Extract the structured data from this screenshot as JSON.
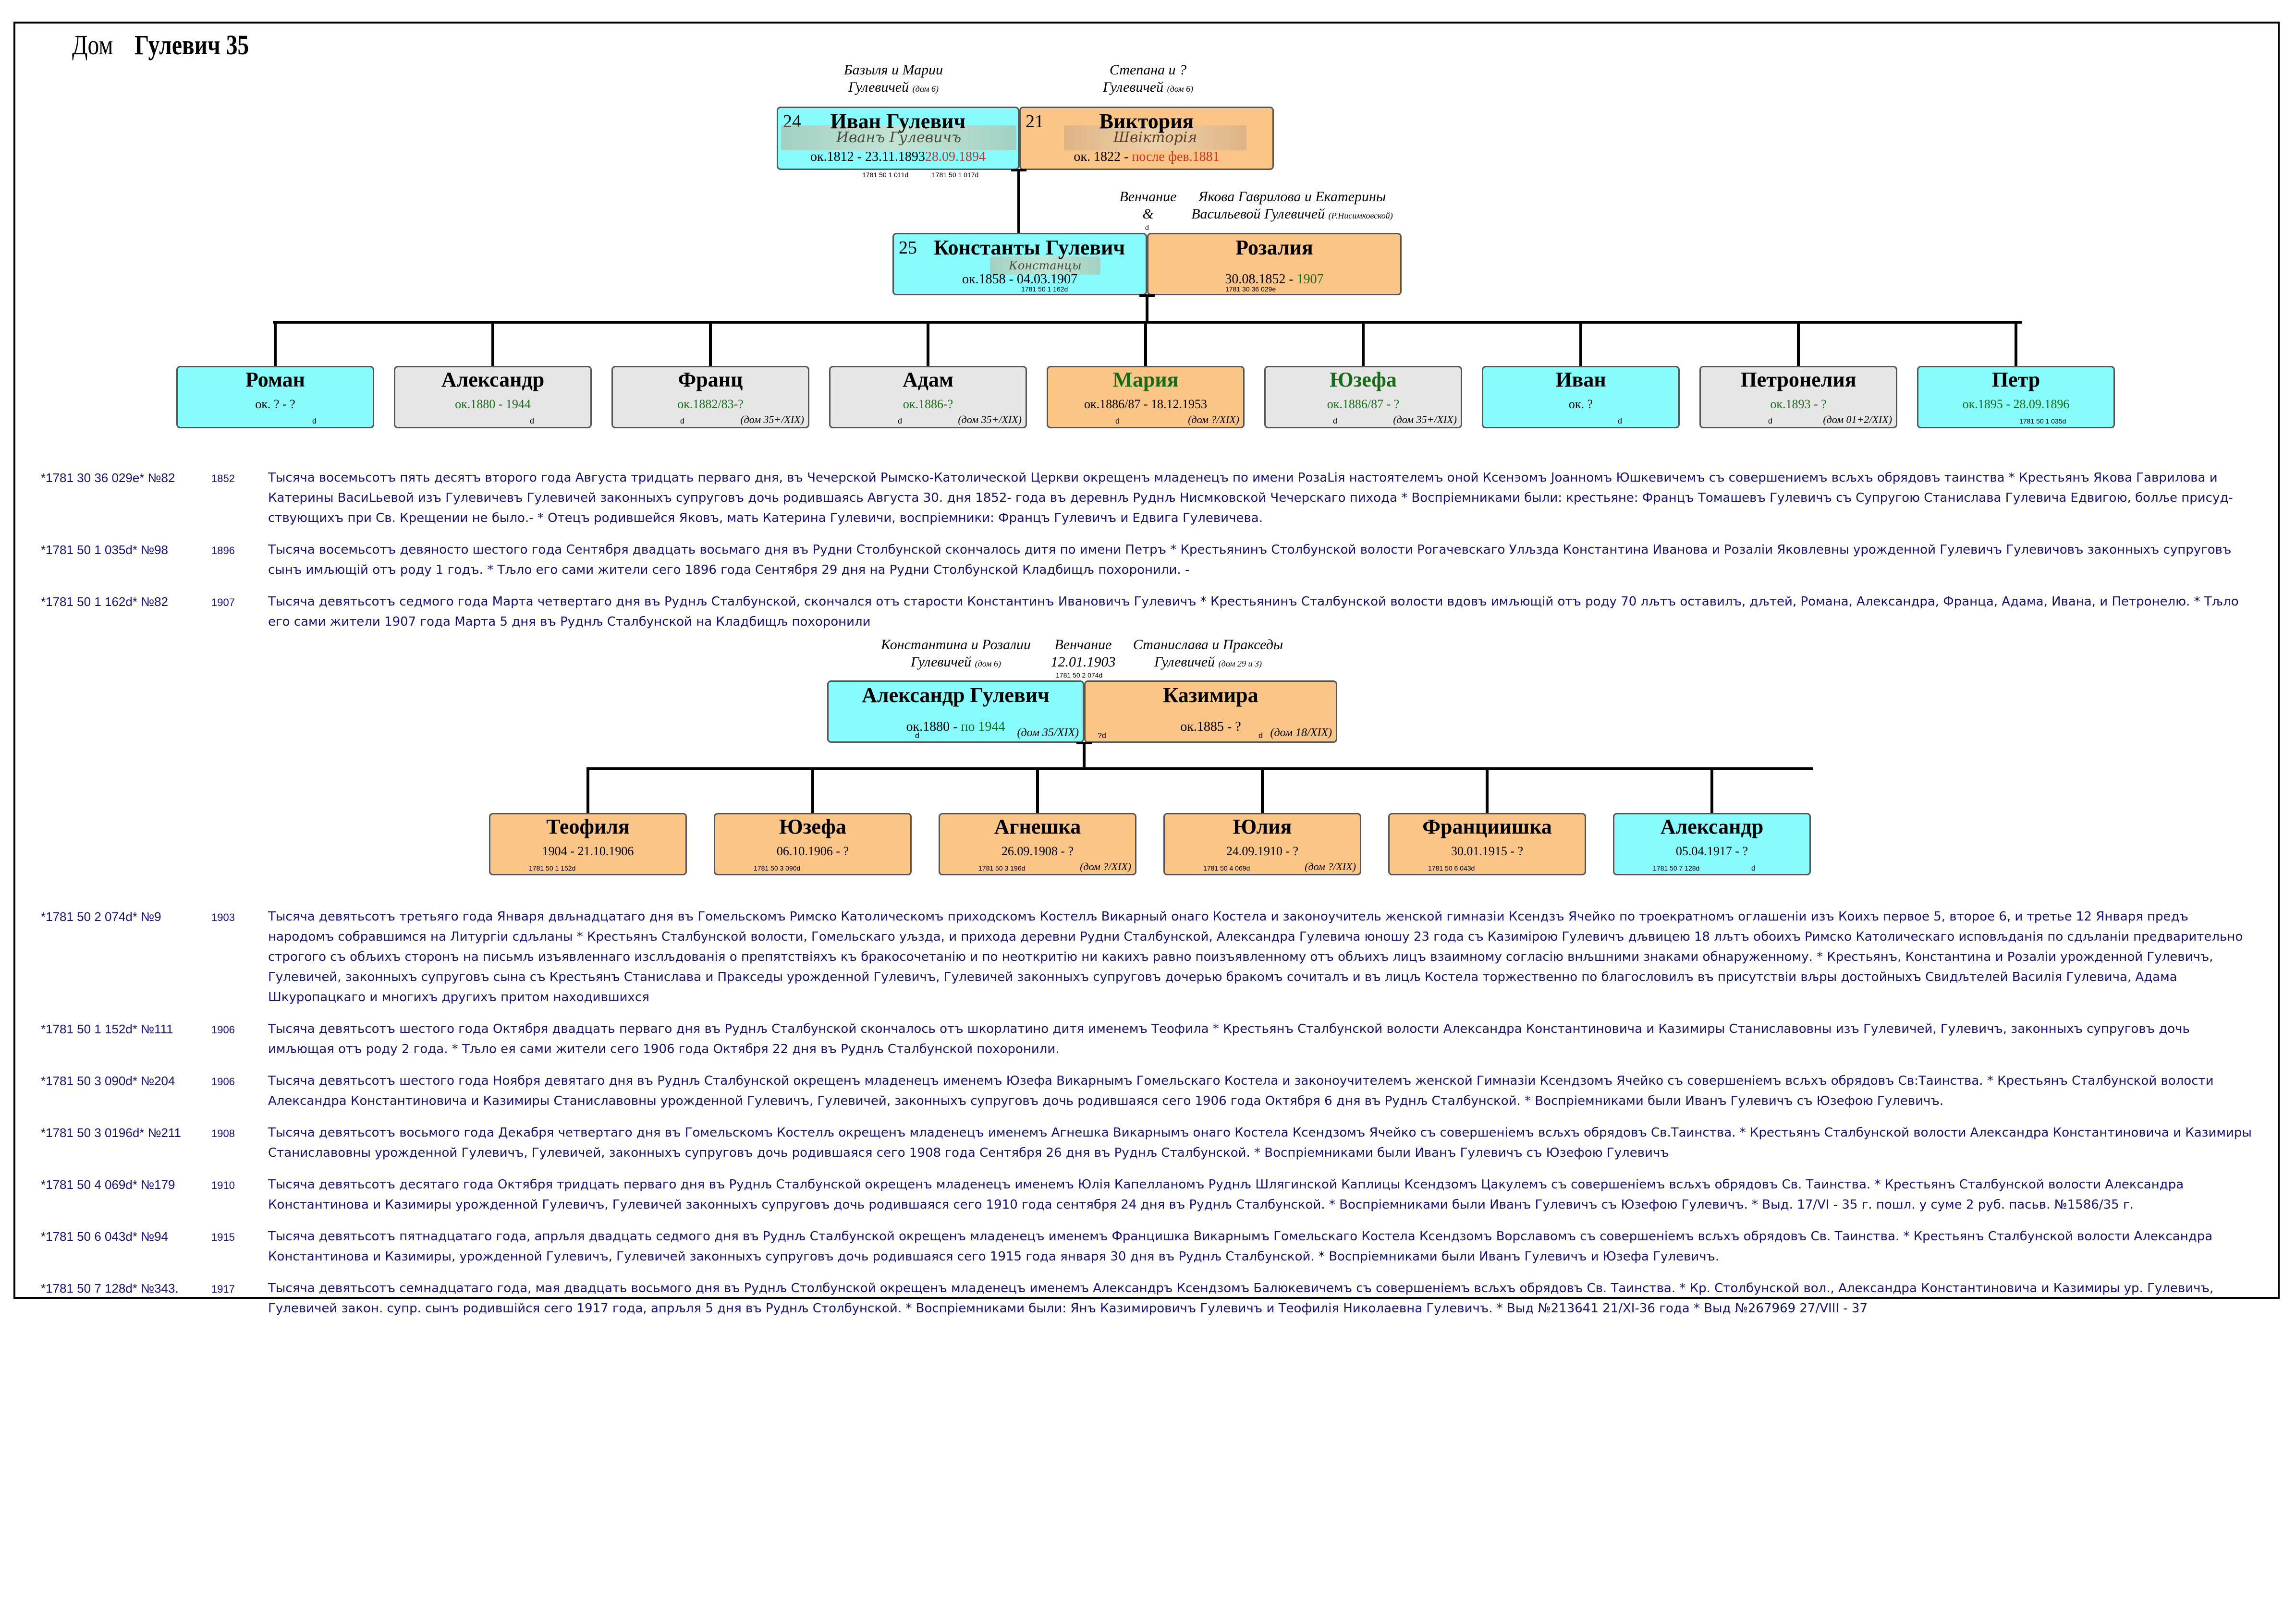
{
  "title": {
    "label": "Дом",
    "family": "Гулевич 35"
  },
  "colors": {
    "male": "#88fcfc",
    "female": "#fbc588",
    "unknown": "#e6e6e6"
  },
  "gen1": {
    "ivan": {
      "num": "24",
      "name": "Иван Гулевич",
      "dates": "ок.1812 - 23.11.1893",
      "dates_extra": "28.09.1894",
      "signature": "Иванъ Гулевичъ",
      "ref1": "1781 50 1 011d",
      "ref2": "1781 50 1 017d",
      "parents_l1": "Базыля и Марии",
      "parents_l2": "Гулевичей",
      "parents_house": "(дом 6)"
    },
    "viktoria": {
      "num": "21",
      "name": "Виктория",
      "dates": "ок. 1822 - ",
      "dates_extra": "после фев.1881",
      "signature": "Швікторія",
      "parents_l1": "Степана и ?",
      "parents_l2": "Гулевичей",
      "parents_house": "(дом 6)"
    }
  },
  "gen2": {
    "konstanty": {
      "num": "25",
      "name": "Константы Гулевич",
      "dates": "ок.1858 - 04.03.1907",
      "signature": "Констанцы",
      "ref": "1781 50 1 162d"
    },
    "rozalia": {
      "name": "Розалия",
      "dates": "30.08.1852 - ",
      "dates_extra": "1907",
      "ref": "1781 30 36 029e",
      "parents_l1": "Якова Гаврилова и Екатерины",
      "parents_l2": "Васильевой Гулевичей",
      "parents_house": "(Р.Нисимковской)"
    },
    "wedding_label": "Венчание",
    "wedding_amp": "&amp;",
    "wedding_d": "d"
  },
  "children1": [
    {
      "name": "Роман",
      "dates": "ок. ? - ?",
      "mark": "d",
      "house": "",
      "ref": ""
    },
    {
      "name": "Александр",
      "dates": "ок.1880 - 1944",
      "mark": "d",
      "house": "",
      "ref": ""
    },
    {
      "name": "Франц",
      "dates": "ок.1882/83-?",
      "mark": "d",
      "house": "(дом 35+/XIX)",
      "ref": ""
    },
    {
      "name": "Адам",
      "dates": "ок.1886-?",
      "mark": "d",
      "house": "(дом 35+/XIX)",
      "ref": ""
    },
    {
      "name": "Мария",
      "dates": "ок.1886/87 - 18.12.1953",
      "mark": "d",
      "house": "(дом ?/XIX)",
      "ref": ""
    },
    {
      "name": "Юзефа",
      "dates": "ок.1886/87 - ?",
      "mark": "d",
      "house": "(дом 35+/XIX)",
      "ref": ""
    },
    {
      "name": "Иван",
      "dates": "ок. ?",
      "mark": "d",
      "house": "",
      "ref": ""
    },
    {
      "name": "Петронелия",
      "dates": "ок.1893 - ?",
      "mark": "d",
      "house": "(дом 01+2/XIX)",
      "ref": ""
    },
    {
      "name": "Петр",
      "dates": "ок.1895 - 28.09.1896",
      "mark": "",
      "house": "",
      "ref": "1781 50 1 035d"
    }
  ],
  "records1": [
    {
      "id": "*1781 30 36 029e* №82",
      "year": "1852",
      "text": "Тысяча восемьсотъ пять десятъ второго года Августа тридцать перваго дня, въ Чечерской Рымско-Католической Церкви окрещенъ младенецъ по имени РозаLія настоятелемъ оной Ксенэомъ Jоанномъ Юшкевичемъ съ совершениемъ всљхъ обрядовъ таинства * Крестьянъ Якова Гаврилова и Катерины ВасиLьевой изъ Гулевичевъ Гулевичей законныхъ супруговъ дочь родившаясь Августа 30. дня 1852- года въ деревнљ Руднљ Нисмковской Чечерскаго пихода * Воспріемниками были: крестьяне: Францъ Томашевъ Гулевичъ съ Супругою Станислава Гулевича Едвигою, болље присуд-ствующихъ при Св. Крещении не было.- * Отецъ родившейся Яковъ, мать Катерина Гулевичи, воспріемники: Францъ Гулевичъ и Едвига Гулевичева."
    },
    {
      "id": "*1781 50 1 035d* №98",
      "year": "1896",
      "text": "Тысяча восемьсотъ девяносто шестого года Сентября двадцать восьмаго дня въ Рудни Столбунской скончалось дитя по имени Петръ * Крестьянинъ Столбунской волости Рогачевскаго Улљзда Константина Иванова и Розаліи Яковлевны урожденной Гулевичъ Гулевичовъ законныхъ супруговъ сынъ имљющій отъ роду 1 годъ. * Тљло его сами жители сего 1896 года Сентября 29 дня на Рудни Столбунской Кладбищљ похоронили. -"
    },
    {
      "id": "*1781 50 1 162d* №82",
      "year": "1907",
      "text": "Тысяча девятьсотъ седмого года Марта четвертаго дня въ Руднљ Сталбунской, скончался отъ старости Константинъ Ивановичъ Гулевичъ * Крестьянинъ Сталбунской волости вдовъ имљющій отъ роду 70 лљтъ оставилъ, дљтей, Романа, Александра, Франца, Адама, Ивана, и Петронелю. * Тљло его сами жители 1907 года Марта 5 дня въ Руднљ Сталбунской на Кладбищљ похоронили"
    }
  ],
  "gen3": {
    "aleksandr": {
      "name": "Александр Гулевич",
      "dates": "ок.1880 - ",
      "dates_extra": "по 1944",
      "house": "(дом 35/XIX)",
      "mark": "d",
      "parents_l1": "Константина и Розалии",
      "parents_l2": "Гулевичей",
      "parents_house": "(дом 6)"
    },
    "kazimira": {
      "name": "Казимира",
      "dates": "ок.1885 - ?",
      "house": "(дом 18/XIX)",
      "mark": "d",
      "mark2": "?d",
      "parents_l1": "Станислава и Пракседы",
      "parents_l2": "Гулевичей",
      "parents_house": "(дом 29 и 3)"
    },
    "wedding_label": "Венчание",
    "wedding_date": "12.01.1903",
    "wedding_ref": "1781 50 2 074d"
  },
  "children2": [
    {
      "name": "Теофиля",
      "dates": "1904 - 21.10.1906",
      "ref": "1781 50 1 152d",
      "house": "",
      "mark": ""
    },
    {
      "name": "Юзефа",
      "dates": "06.10.1906 - ?",
      "ref": "1781 50 3 090d",
      "house": "",
      "mark": ""
    },
    {
      "name": "Агнешка",
      "dates": "26.09.1908 - ?",
      "ref": "1781 50 3 196d",
      "house": "(дом ?/XIX)",
      "mark": ""
    },
    {
      "name": "Юлия",
      "dates": "24.09.1910 - ?",
      "ref": "1781 50 4 069d",
      "house": "(дом ?/XIX)",
      "mark": ""
    },
    {
      "name": "Франциишка",
      "dates": "30.01.1915 - ?",
      "ref": "1781 50 6 043d",
      "house": "",
      "mark": ""
    },
    {
      "name": "Александр",
      "dates": "05.04.1917 - ?",
      "ref": "1781 50 7 128d",
      "house": "",
      "mark": "d"
    }
  ],
  "records2": [
    {
      "id": "*1781 50 2 074d* №9",
      "year": "1903",
      "text": "Тысяча девятьсотъ третьяго года Января двљнадцатаго дня въ Гомельскомъ Римско Католическомъ приходскомъ Костелљ Викарный онаго Костела и законоучитель женской гимназіи Ксендзъ Ячейко по троекратномъ оглашеніи изъ Коихъ первое 5, второе 6, и третье 12 Января предъ народомъ собравшимся на Литургіи сдљланы * Крестьянъ Сталбунской волости, Гомельскаго уљзда, и прихода деревни Рудни Сталбунской, Александра Гулевича юношу 23 года съ Казимірою Гулевичъ дљвицею 18 лљтъ обоихъ Римско Католическаго исповљданія по сдљланіи предварительно строгого съ обљихъ сторонъ на письмљ изъявленнаго изслљдованія о препятствіяхъ къ бракосочетанію и по неоткритію ни какихъ равно поизъявленному отъ обљихъ лицъ взаимному согласію внљшними знаками обнаруженному. * Крестьянъ, Константина и Розаліи урожденной Гулевичъ, Гулевичей, законныхъ супруговъ сына съ Крестьянъ Станислава и Пракседы урожденной Гулевичъ, Гулевичей законныхъ супруговъ дочерью бракомъ сочиталъ и въ лицљ Костела торжественно по благословилъ въ присутствіи вљры достойныхъ Свидљтелей Василія Гулевича, Адама Шкуропацкаго и многихъ другихъ притом находившихся"
    },
    {
      "id": "*1781 50 1 152d* №111",
      "year": "1906",
      "text": "Тысяча девятьсотъ шестого года Октября двадцать перваго дня въ Руднљ Сталбунской скончалось отъ шкорлатино дитя именемъ Теофила * Крестьянъ Сталбунской волости Александра Константиновича и Казимиры Станиславовны изъ Гулевичей, Гулевичъ, законныхъ супруговъ дочь имљющая отъ роду 2 года. * Тљло ея сами жители сего 1906 года Октября 22 дня въ Руднљ Сталбунской похоронили."
    },
    {
      "id": "*1781 50 3 090d* №204",
      "year": "1906",
      "text": "Тысяча девятьсотъ шестого года Ноября девятаго дня въ Руднљ Сталбунской окрещенъ младенецъ именемъ Юзефа Викарнымъ Гомельскаго Костела и законоучителемъ женской Гимназіи Ксендзомъ Ячейко съ совершеніемъ всљхъ обрядовъ Св:Таинства. * Крестьянъ Сталбунской волости Александра Константиновича и Казимиры Станиславовны урожденной Гулевичъ, Гулевичей, законныхъ супруговъ дочь родившаяся сего 1906 года Октября 6 дня въ Руднљ Сталбунской. * Воспріемниками были Иванъ Гулевичъ съ Юзефою Гулевичъ."
    },
    {
      "id": "*1781 50 3 0196d* №211",
      "year": "1908",
      "text": "Тысяча девятьсотъ восьмого года Декабря четвертаго дня въ Гомельскомъ Костелљ окрещенъ младенецъ именемъ Агнешка Викарнымъ онаго Костела Ксендзомъ Ячейко съ совершеніемъ всљхъ обрядовъ Св.Таинства. * Крестьянъ Сталбунской волости Александра Константиновича и Казимиры Станиславовны урожденной Гулевичъ, Гулевичей, законныхъ супруговъ дочь родившаяся сего 1908 года Сентября 26 дня въ Руднљ Сталбунской. * Воспріемниками были Иванъ Гулевичъ съ Юзефою Гулевичъ"
    },
    {
      "id": "*1781 50 4 069d* №179",
      "year": "1910",
      "text": "Тысяча девятьсотъ десятаго года Октября тридцать перваго дня въ Руднљ Сталбунской окрещенъ младенецъ именемъ Юлія Капелланомъ Руднљ Шлягинской Каплицы Ксендзомъ Цакулемъ съ совершеніемъ всљхъ обрядовъ Св. Таинства. * Крестьянъ Сталбунской волости Александра Константинова и Казимиры урожденной Гулевичъ, Гулевичей законныхъ супруговъ дочь родившаяся сего 1910 года сентября 24 дня въ Руднљ Сталбунской. * Воспріемниками были Иванъ Гулевичъ съ Юзефою Гулевичъ. * Выд. 17/VI - 35 г. пошл. у суме 2 руб. пасьв. №1586/35 г."
    },
    {
      "id": "*1781 50 6 043d* №94",
      "year": "1915",
      "text": "Тысяча девятьсотъ пятнадцатаго года, апрљля двадцать седмого дня въ Руднљ Сталбунской окрещенъ младенецъ именемъ Францишка Викарнымъ Гомельскаго Костела Ксендзомъ Ворславомъ съ совершеніемъ всљхъ обрядовъ Св. Таинства. * Крестьянъ Сталбунской волости Александра Константинова и Казимиры, урожденной Гулевичъ, Гулевичей законныхъ супруговъ дочь родившаяся сего 1915 года января 30 дня въ Руднљ Сталбунской. * Воспріемниками были Иванъ Гулевичъ и Юзефа Гулевичъ."
    },
    {
      "id": "*1781 50 7 128d* №343.",
      "year": "1917",
      "text": "Тысяча девятьсотъ семнадцатаго года, мая двадцать восьмого дня въ Руднљ Столбунской окрещенъ младенецъ именемъ Александръ Ксендзомъ Балюкевичемъ съ совершеніемъ всљхъ обрядовъ Св. Таинства. * Кр. Столбунской вол., Александра Константиновича и Казимиры ур. Гулевичъ, Гулевичей закон. супр. сынъ родившійся сего 1917 года, апрљля 5 дня въ Руднљ Столбунской. * Воспріемниками были: Янъ Казимировичъ Гулевичъ и Теофилія Николаевна Гулевичъ. * Выд №213641 21/XI-36 года * Выд №267969 27/VIII - 37"
    }
  ]
}
